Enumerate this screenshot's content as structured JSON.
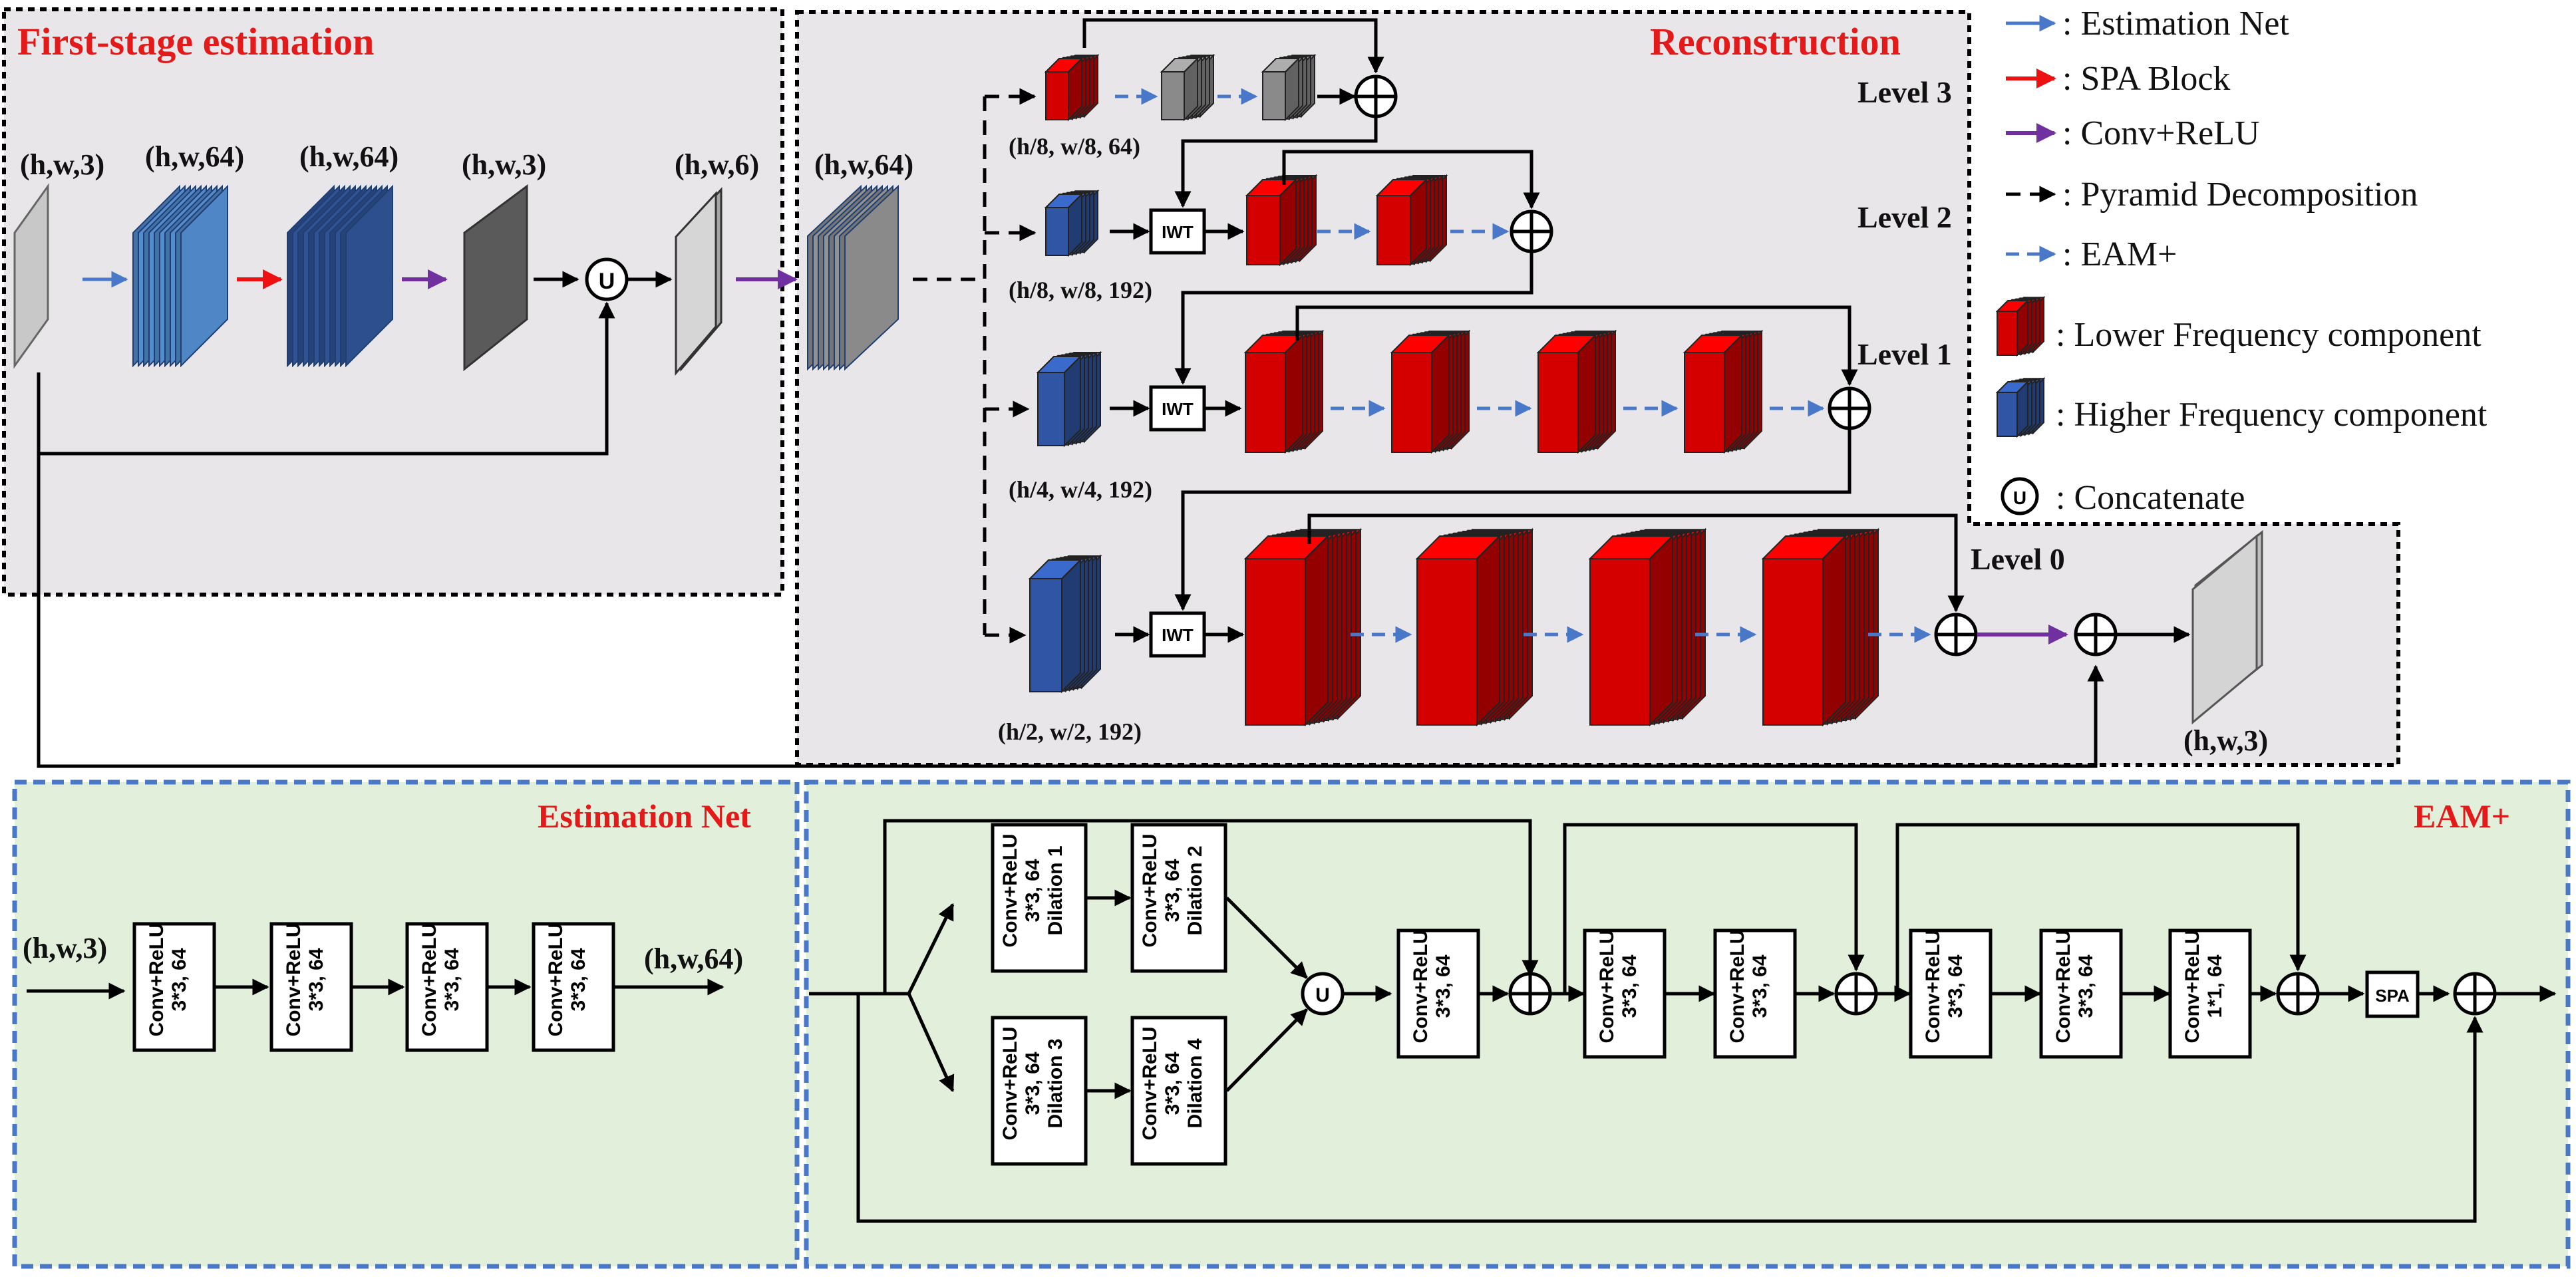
{
  "top": {
    "first_stage_title": "First-stage  estimation",
    "reconstruction_title": "Reconstruction",
    "dims": {
      "in": "(h,w,3)",
      "c1": "(h,w,64)",
      "c2": "(h,w,64)",
      "c3": "(h,w,3)",
      "cat": "(h,w,6)",
      "feat": "(h,w,64)",
      "out": "(h,w,3)",
      "l3": "(h/8, w/8, 64)",
      "l2": "(h/8, w/8, 192)",
      "l1": "(h/4, w/4, 192)",
      "l0": "(h/2, w/2, 192)"
    },
    "levels": [
      "Level 3",
      "Level 2",
      "Level 1",
      "Level 0"
    ],
    "iwt": "IWT",
    "concat_symbol": "U"
  },
  "legend": {
    "items": [
      {
        "label": ": Estimation Net",
        "kind": "blue-arrow"
      },
      {
        "label": ": SPA Block",
        "kind": "red-arrow"
      },
      {
        "label": ": Conv+ReLU",
        "kind": "purple-arrow"
      },
      {
        "label": ": Pyramid Decomposition",
        "kind": "black-dashed-arrow"
      },
      {
        "label": ": EAM+",
        "kind": "blue-dashed-arrow"
      },
      {
        "label": ": Lower Frequency component",
        "kind": "red-stack"
      },
      {
        "label": ": Higher Frequency component",
        "kind": "blue-stack"
      },
      {
        "label": ": Concatenate",
        "kind": "concat-circle"
      }
    ]
  },
  "estimation_net": {
    "title": "Estimation Net",
    "input": "(h,w,3)",
    "output": "(h,w,64)",
    "blocks": [
      [
        "Conv+ReLU",
        "3*3, 64"
      ],
      [
        "Conv+ReLU",
        "3*3, 64"
      ],
      [
        "Conv+ReLU",
        "3*3, 64"
      ],
      [
        "Conv+ReLU",
        "3*3, 64"
      ]
    ]
  },
  "eam": {
    "title": "EAM+",
    "dilation_blocks": [
      [
        "Conv+ReLU",
        "3*3, 64",
        "Dilation 1"
      ],
      [
        "Conv+ReLU",
        "3*3, 64",
        "Dilation 2"
      ],
      [
        "Conv+ReLU",
        "3*3, 64",
        "Dilation 3"
      ],
      [
        "Conv+ReLU",
        "3*3, 64",
        "Dilation 4"
      ]
    ],
    "blocks": [
      [
        "Conv+ReLU",
        "3*3, 64"
      ],
      [
        "Conv+ReLU",
        "3*3, 64"
      ],
      [
        "Conv+ReLU",
        "3*3, 64"
      ],
      [
        "Conv+ReLU",
        "3*3, 64"
      ],
      [
        "Conv+ReLU",
        "3*3, 64"
      ],
      [
        "Conv+ReLU",
        "1*1, 64"
      ]
    ],
    "spa": "SPA"
  },
  "colors": {
    "blue_arrow": "#4a78c8",
    "red_arrow": "#e11111",
    "purple_arrow": "#7030a0",
    "low_freq": "#d40000",
    "high_freq": "#2f55a4",
    "top_bg": "#e8e6e8",
    "bottom_bg": "#e2efda"
  }
}
